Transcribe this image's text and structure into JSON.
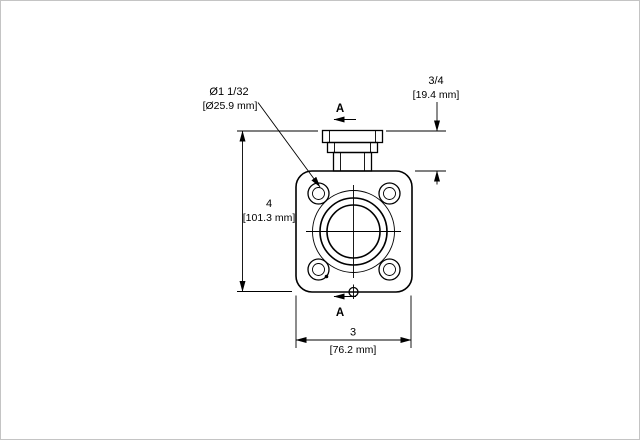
{
  "drawing": {
    "kind": "technical-dimension-drawing",
    "view": "front-view-flange-mounted-component",
    "labels": {
      "diameter_callout": {
        "line1": "Ø1 1/32",
        "line2": "[Ø25.9 mm]"
      },
      "cap_height": {
        "line1": "3/4",
        "line2": "[19.4 mm]"
      },
      "overall_height": {
        "line1": "4",
        "line2": "[101.3 mm]"
      },
      "overall_width": {
        "line1": "3",
        "line2": "[76.2 mm]"
      },
      "section_arrow_top": "A",
      "section_arrow_bottom": "A"
    },
    "colors": {
      "line": "#000000",
      "background": "#ffffff",
      "frame": "#c4c4c4"
    }
  }
}
